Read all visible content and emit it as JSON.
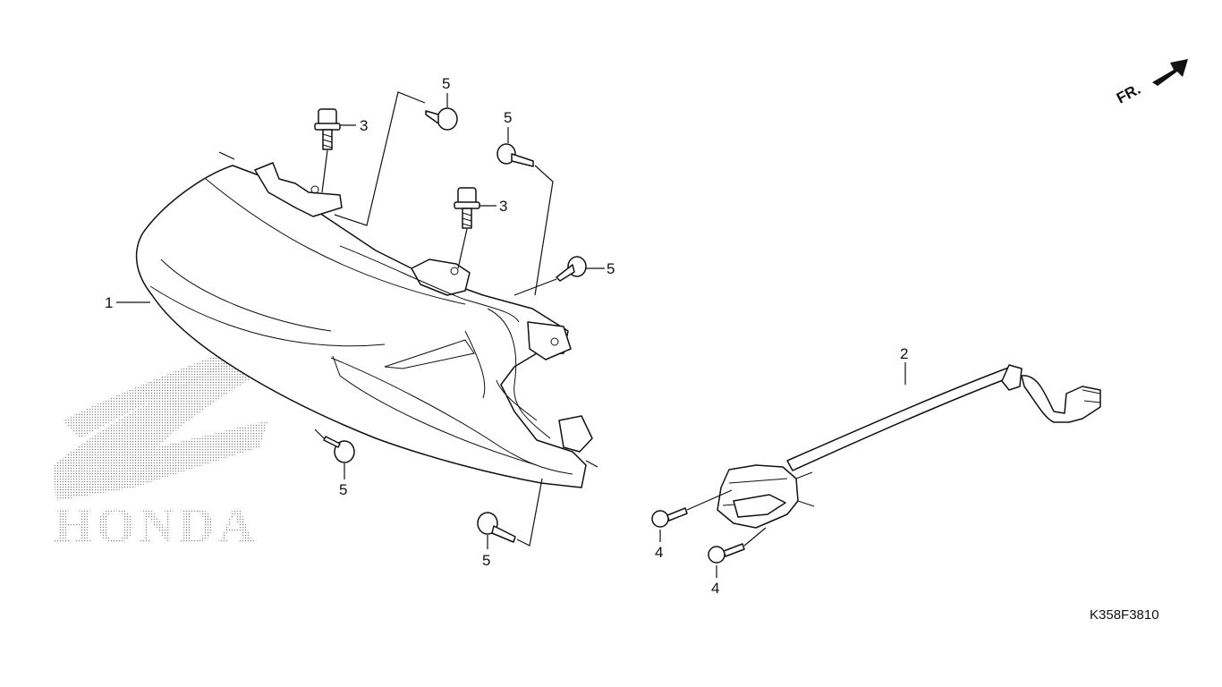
{
  "watermark": {
    "brand": "HONDA"
  },
  "orientation": {
    "label": "FR."
  },
  "diagram_code": "K358F3810",
  "callouts": {
    "c1": "1",
    "c2": "2",
    "c3a": "3",
    "c3b": "3",
    "c4a": "4",
    "c4b": "4",
    "c5a": "5",
    "c5b": "5",
    "c5c": "5",
    "c5d": "5",
    "c5e": "5"
  }
}
